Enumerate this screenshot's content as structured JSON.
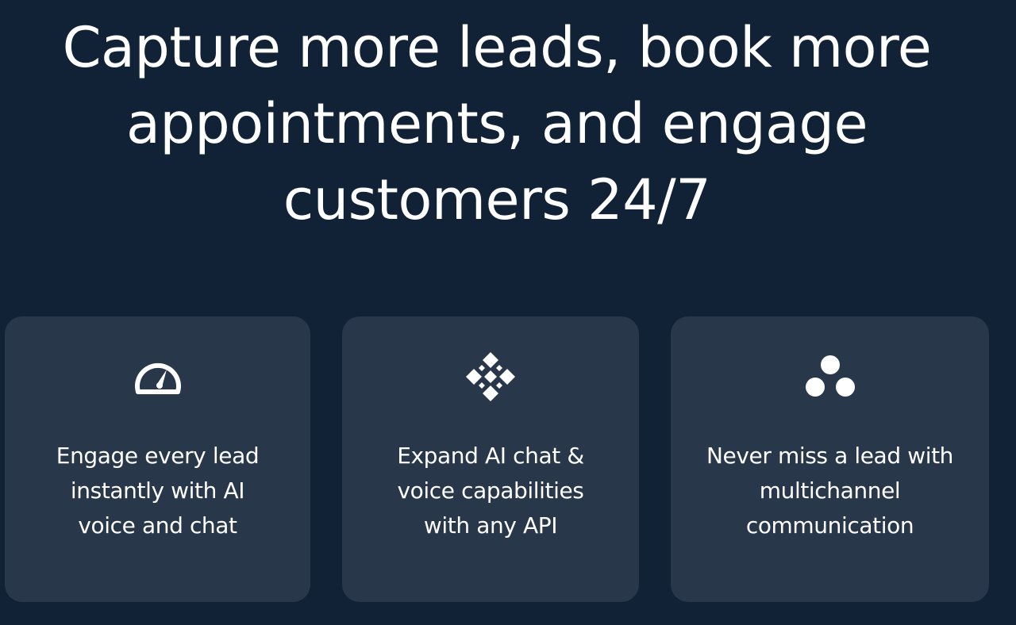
{
  "hero": {
    "headline_lines": [
      "Capture more leads, book more",
      "appointments, and engage",
      "customers 24/7"
    ]
  },
  "features": [
    {
      "icon": "speedometer-icon",
      "lines": [
        "Engage every lead",
        "instantly with AI",
        "voice and chat"
      ]
    },
    {
      "icon": "diamond-grid-icon",
      "lines": [
        "Expand AI chat &",
        "voice capabilities",
        "with any API"
      ]
    },
    {
      "icon": "three-dots-icon",
      "lines": [
        "Never miss a lead with",
        "multichannel",
        "communication"
      ]
    }
  ],
  "colors": {
    "background": "#112136",
    "card": "#283749",
    "text": "#ffffff"
  }
}
